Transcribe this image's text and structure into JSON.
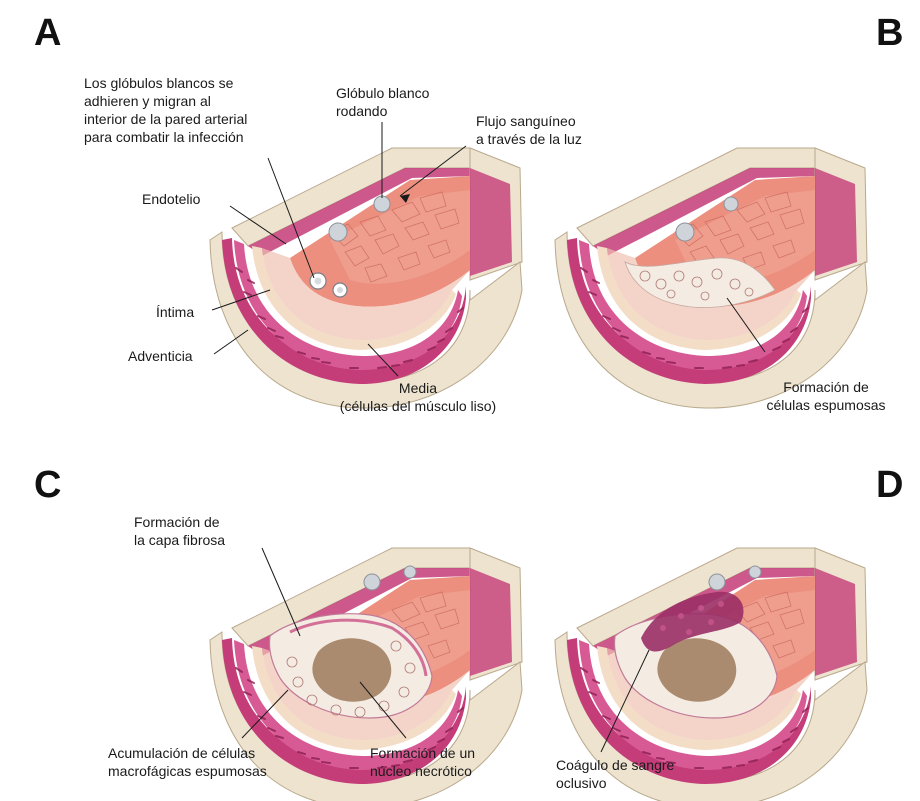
{
  "panels": {
    "a": {
      "letter": "A",
      "wbc_adhere": "Los glóbulos blancos se\nadhieren y migran al\ninterior de la pared arterial\npara combatir la infección",
      "wbc_rolling": "Glóbulo blanco\nrodando",
      "blood_flow": "Flujo sanguíneo\na través de la luz",
      "endothelium": "Endotelio",
      "intima": "Íntima",
      "adventitia": "Adventicia",
      "media": "Media\n(células del músculo liso)"
    },
    "b": {
      "letter": "B",
      "foam_cells": "Formación de\ncélulas espumosas"
    },
    "c": {
      "letter": "C",
      "fibrous_cap": "Formación de\nla capa fibrosa",
      "foam_accumulation": "Acumulación de células\nmacrofágicas espumosas",
      "necrotic_core": "Formación de un\nnúcleo necrótico"
    },
    "d": {
      "letter": "D",
      "clot": "Coágulo de sangre\noclusivo"
    }
  },
  "colors": {
    "adventitia": "#ede3cf",
    "media": "#c43c78",
    "lumen": "#ec8f7f",
    "plaque": "#f4ece3",
    "necrotic": "#9e7a5a",
    "clot": "#9b2f66"
  }
}
